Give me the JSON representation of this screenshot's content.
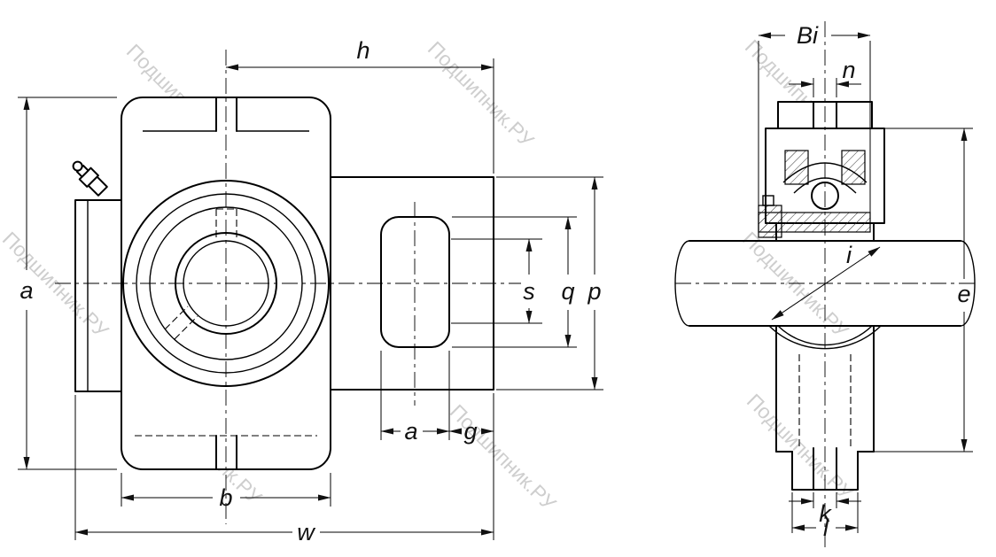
{
  "watermark": {
    "text": "Подшипник.РУ"
  },
  "front_view": {
    "labels": {
      "h": "h",
      "a": "a",
      "s": "s",
      "q": "q",
      "p": "p",
      "a2": "a",
      "g": "g",
      "b": "b",
      "w": "w"
    }
  },
  "side_view": {
    "labels": {
      "Bi": "Bi",
      "n": "n",
      "i": "i",
      "e": "e",
      "k": "k",
      "l": "l"
    }
  }
}
